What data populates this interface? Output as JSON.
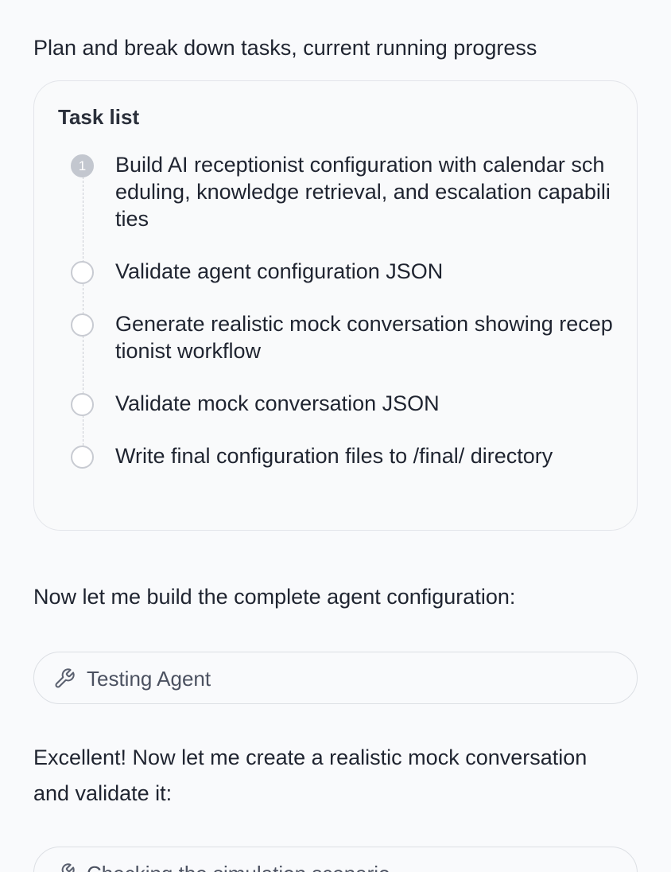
{
  "intro_text": "Plan and break down tasks, current running progress",
  "task_list": {
    "title": "Task list",
    "tasks": [
      {
        "number": "1",
        "status": "active",
        "text": "Build AI receptionist configuration with calendar scheduling, knowledge retrieval, and escalation capabilities"
      },
      {
        "status": "pending",
        "text": "Validate agent configuration JSON"
      },
      {
        "status": "pending",
        "text": "Generate realistic mock conversation showing receptionist workflow"
      },
      {
        "status": "pending",
        "text": "Validate mock conversation JSON"
      },
      {
        "status": "pending",
        "text": "Write final configuration files to /final/ directory"
      }
    ]
  },
  "build_text": "Now let me build the complete agent configuration:",
  "tool_call_1": {
    "icon": "wrench-icon",
    "label": "Testing Agent"
  },
  "excellent_text": "Excellent! Now let me create a realistic mock conversation and validate it:",
  "tool_call_2": {
    "icon": "wrench-icon",
    "label": "Checking the simulation scenario"
  }
}
